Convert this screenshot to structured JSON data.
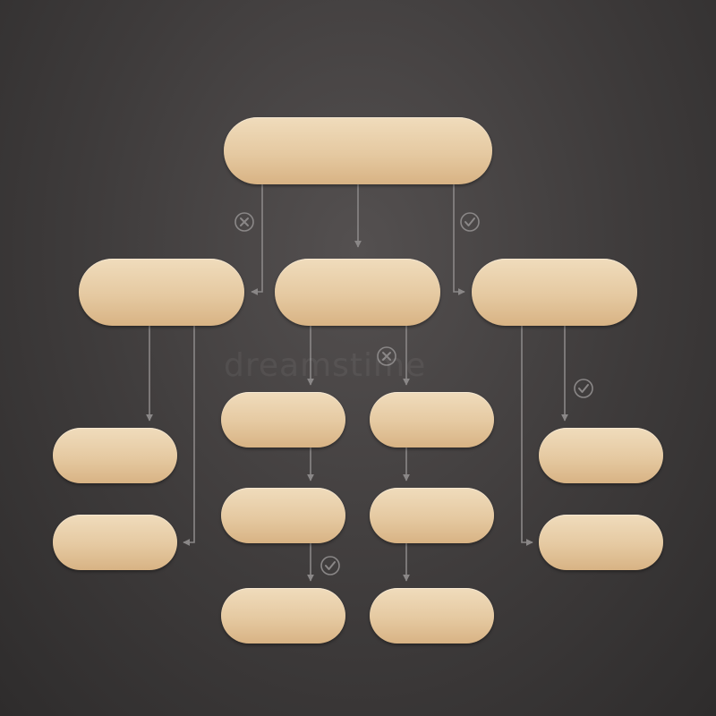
{
  "diagram": {
    "background_color": "#3e3b3b",
    "node_color": "#e5c9a1",
    "line_color": "#8a8787",
    "nodes": [
      {
        "id": "root",
        "label": ""
      },
      {
        "id": "left-mid",
        "label": ""
      },
      {
        "id": "center-mid",
        "label": ""
      },
      {
        "id": "right-mid",
        "label": ""
      },
      {
        "id": "left-child-1",
        "label": ""
      },
      {
        "id": "left-child-2",
        "label": ""
      },
      {
        "id": "center-left-1",
        "label": ""
      },
      {
        "id": "center-left-2",
        "label": ""
      },
      {
        "id": "center-left-3",
        "label": ""
      },
      {
        "id": "center-right-1",
        "label": ""
      },
      {
        "id": "center-right-2",
        "label": ""
      },
      {
        "id": "center-right-3",
        "label": ""
      },
      {
        "id": "right-child-1",
        "label": ""
      },
      {
        "id": "right-child-2",
        "label": ""
      }
    ],
    "edges": [
      {
        "from": "root",
        "to": "left-mid",
        "badge": "x-icon"
      },
      {
        "from": "root",
        "to": "center-mid",
        "badge": ""
      },
      {
        "from": "root",
        "to": "right-mid",
        "badge": "check-icon"
      },
      {
        "from": "left-mid",
        "to": "left-child-1",
        "badge": ""
      },
      {
        "from": "left-mid",
        "to": "left-child-2",
        "badge": ""
      },
      {
        "from": "center-mid",
        "to": "center-left-1",
        "badge": ""
      },
      {
        "from": "center-mid",
        "to": "center-right-1",
        "badge": "x-icon"
      },
      {
        "from": "center-left-1",
        "to": "center-left-2",
        "badge": ""
      },
      {
        "from": "center-left-2",
        "to": "center-left-3",
        "badge": "check-icon"
      },
      {
        "from": "center-right-1",
        "to": "center-right-2",
        "badge": ""
      },
      {
        "from": "center-right-2",
        "to": "center-right-3",
        "badge": ""
      },
      {
        "from": "right-mid",
        "to": "right-child-1",
        "badge": "check-icon"
      },
      {
        "from": "right-mid",
        "to": "right-child-2",
        "badge": ""
      }
    ]
  },
  "watermark": {
    "text": "dreamstime"
  }
}
